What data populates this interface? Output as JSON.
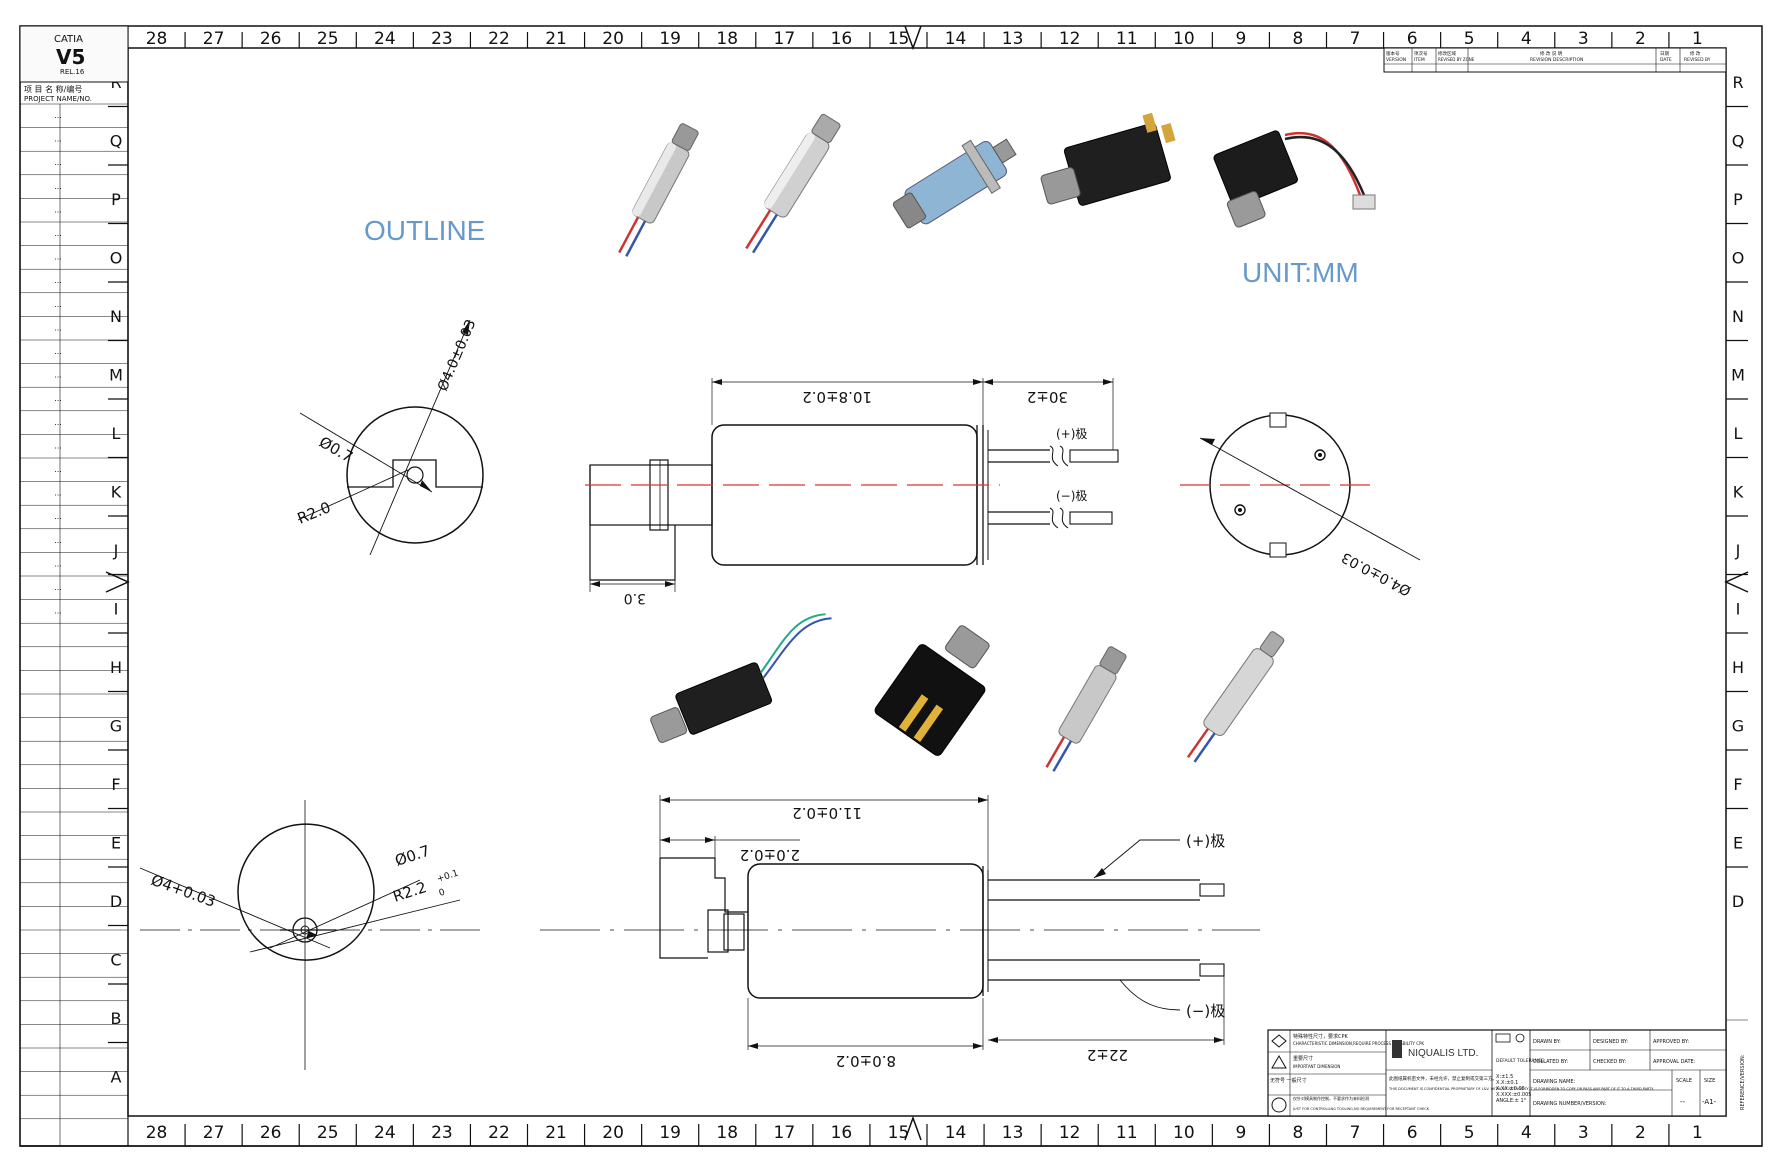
{
  "sheet": {
    "title_outline": "OUTLINE",
    "title_unit": "UNIT:MM",
    "accent_color": "#6699cc"
  },
  "frame": {
    "col_numbers": [
      "28",
      "27",
      "26",
      "25",
      "24",
      "23",
      "22",
      "21",
      "20",
      "19",
      "18",
      "17",
      "16",
      "15",
      "14",
      "13",
      "12",
      "11",
      "10",
      "9",
      "8",
      "7",
      "6",
      "5",
      "4",
      "3",
      "2",
      "1"
    ],
    "row_letters_left": [
      "R",
      "Q",
      "P",
      "O",
      "N",
      "M",
      "L",
      "K",
      "J",
      "I",
      "H",
      "G",
      "F",
      "E",
      "D",
      "C",
      "B",
      "A"
    ],
    "row_letters_right": [
      "R",
      "Q",
      "P",
      "O",
      "N",
      "M",
      "L",
      "K",
      "J",
      "I",
      "H",
      "G",
      "F",
      "E",
      "D"
    ]
  },
  "sidebar": {
    "app_name": "CATIA",
    "app_version": "V5",
    "app_release": "REL.16",
    "project_label_cn": "项 目 名 称/编号",
    "project_label_en": "PROJECT NAME/NO.",
    "row_placeholder": "..."
  },
  "revision_table": {
    "headers": [
      {
        "cn": "版本号",
        "en": "VERSION"
      },
      {
        "cn": "项次号",
        "en": "ITEM"
      },
      {
        "cn": "修改区域",
        "en": "REVISED BY ZONE"
      },
      {
        "cn": "修 改 说 明",
        "en": "REVISION DESCRIPTION"
      },
      {
        "cn": "日期",
        "en": "DATE"
      },
      {
        "cn": "修 改",
        "en": "REVISED BY"
      }
    ]
  },
  "dimensions": {
    "top_left_view": {
      "dia": "Ø4.0±0.03",
      "hole": "Ø0.7",
      "radius": "R2.0"
    },
    "top_side_view": {
      "body_length": "10.8±0.2",
      "lead_length": "30±2",
      "weight_length": "3.0",
      "pos_lead": "(+)极",
      "neg_lead": "(−)极"
    },
    "top_right_view": {
      "dia": "Ø4.0±0.03"
    },
    "bottom_left_view": {
      "dia": "Ø4+0.03",
      "hole": "Ø0.7",
      "radius": "R2.2",
      "radius_tol_upper": "+0.1",
      "radius_tol_lower": "0"
    },
    "bottom_side_view": {
      "total_length": "11.0±0.2",
      "weight_length": "2.0±0.2",
      "body_length": "8.0±0.2",
      "lead_length": "22±2",
      "pos_lead": "(+)极",
      "neg_lead": "(−)极"
    }
  },
  "title_block": {
    "company": "NIQUALIS LTD.",
    "legend": [
      {
        "cn": "特殊特性尺寸，要求CPK",
        "en": "CHARACTERISTIC DIMENSION,REQUIRE PROCESS CAPABILITY CPK"
      },
      {
        "cn": "重要尺寸",
        "en": "IMPORTANT DIMENSION"
      },
      {
        "cn": "无符号 一般尺寸",
        "en": "NO SYMBOL  GENERAL DIMENSION"
      },
      {
        "cn": "仅针对模具制作控制，不要求作为来料检测",
        "en": "JUST FOR CONTROLLING TOOLING,NO REQUIREMENT FOR RECEPTANT CHECK"
      }
    ],
    "confidential_cn": "此图纸属机密文件，未经允许，禁止复制或交第三方。",
    "confidential_en": "THIS DOCUMENT IS CONFIDENTIAL PROPRIETARY OF L&V. WITHOUT AUTHORITY,IT IS FORBIDDEN TO COPY OR PASS ANY PART OF IT TO A THIRD PARTY.",
    "tolerance_label": "DEFAULT TOLERANCE",
    "tolerances": [
      "X:±1.5",
      "X.X:±0.1",
      "X.XX:±0.05",
      "X.XXX:±0.005",
      "ANGLE:± 1°"
    ],
    "fields": {
      "drawn_by": "DRAWN BY:",
      "designed_by": "DESIGNED BY:",
      "approved_by": "APPROVED BY:",
      "collated_by": "COLLATED BY:",
      "checked_by": "CHECKED BY:",
      "approval_date": "APPROVAL DATE:",
      "drawing_name": "DRAWING NAME:",
      "drawing_number": "DRAWING NUMBER/VERSION:",
      "scale_label": "SCALE",
      "size_label": "SIZE",
      "scale_value": "--",
      "size_value": "-A1-",
      "reference": "REFERENCE/VERSION:"
    }
  }
}
